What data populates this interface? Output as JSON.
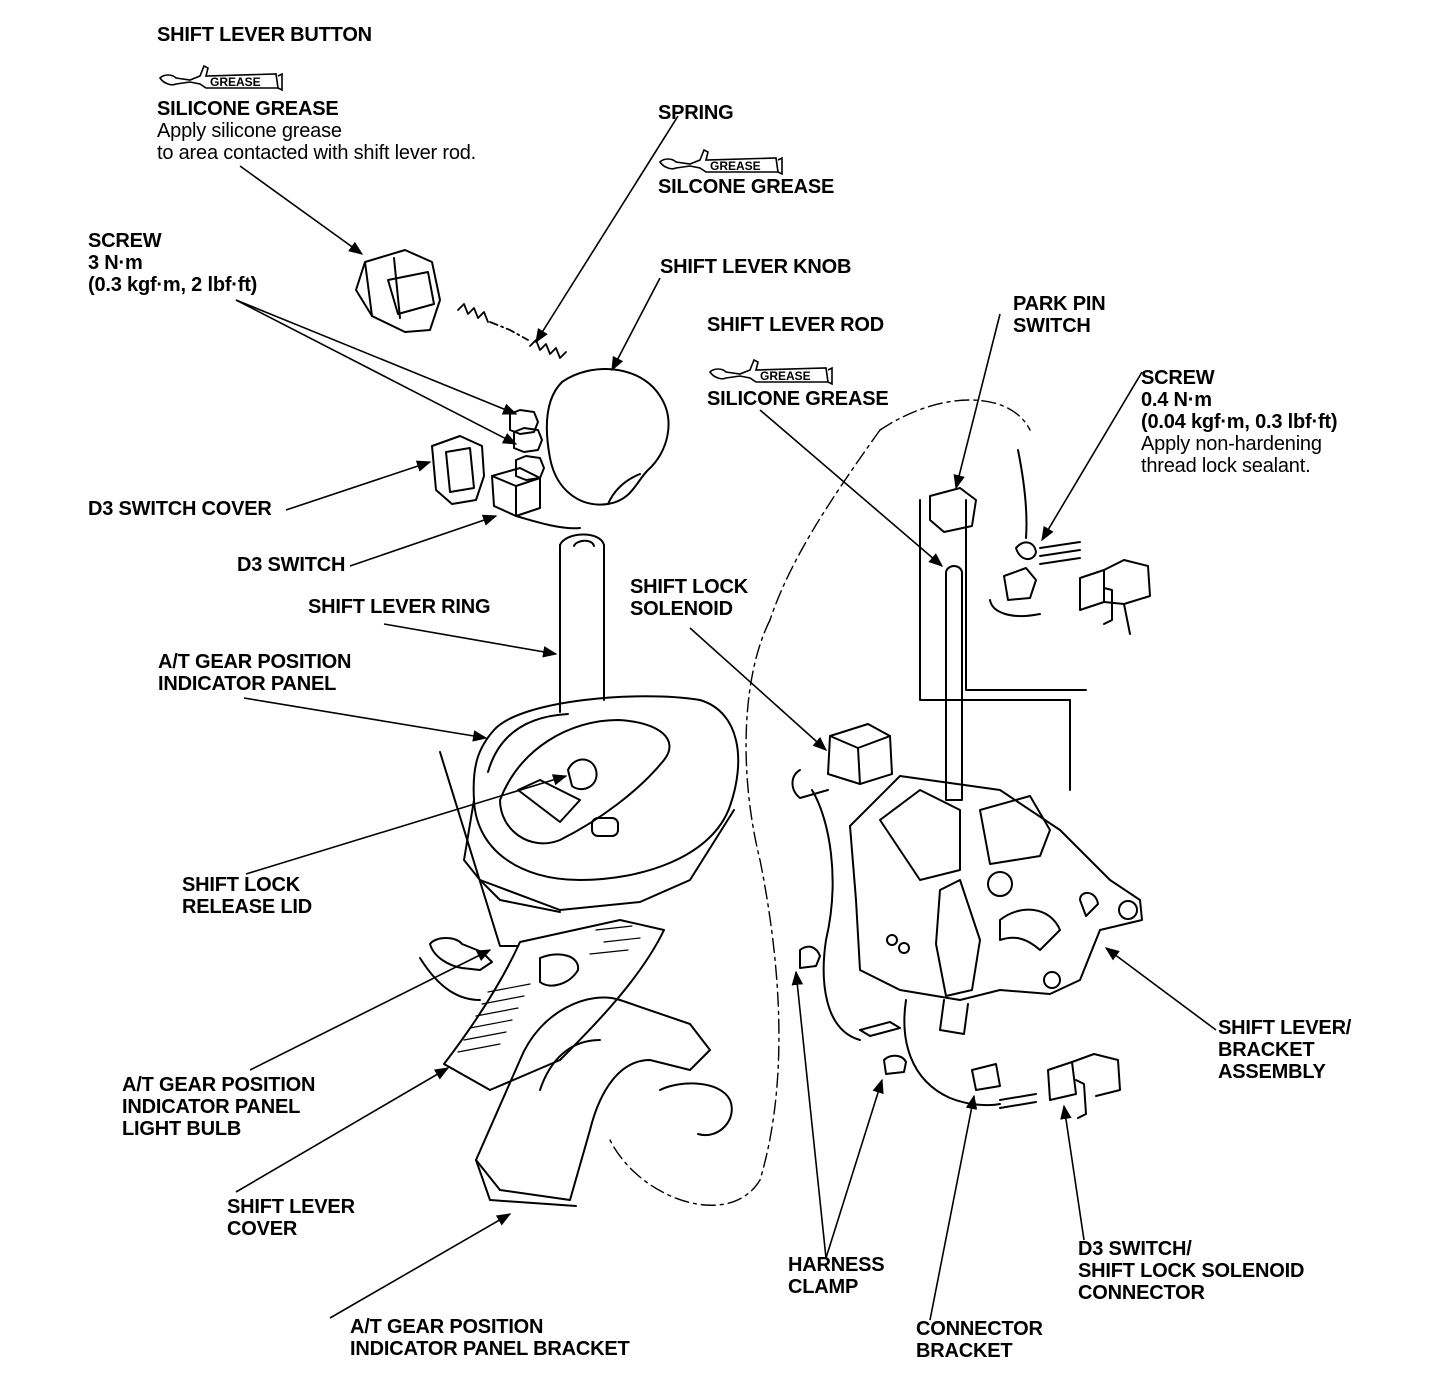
{
  "colors": {
    "ink": "#000000",
    "paper": "#ffffff"
  },
  "grease_tag": "GREASE",
  "labels": {
    "shift_lever_button": {
      "title": "SHIFT LEVER BUTTON",
      "grease": "SILICONE GREASE",
      "note1": "Apply silicone grease",
      "note2": "to area contacted with shift lever rod."
    },
    "spring": {
      "title": "SPRING",
      "grease": "SILCONE GREASE"
    },
    "screw_left": {
      "line1": "SCREW",
      "line2": "3 N·m",
      "line3": "(0.3 kgf·m, 2 lbf·ft)"
    },
    "shift_lever_knob": "SHIFT LEVER KNOB",
    "shift_lever_rod": {
      "title": "SHIFT LEVER ROD",
      "grease": "SILICONE GREASE"
    },
    "park_pin_switch": {
      "line1": "PARK PIN",
      "line2": "SWITCH"
    },
    "screw_right": {
      "line1": "SCREW",
      "line2": "0.4 N·m",
      "line3": "(0.04 kgf·m, 0.3 lbf·ft)",
      "note1": "Apply non-hardening",
      "note2": "thread lock sealant."
    },
    "d3_switch_cover": "D3 SWITCH COVER",
    "d3_switch": "D3 SWITCH",
    "shift_lever_ring": "SHIFT LEVER RING",
    "shift_lock_solenoid": {
      "line1": "SHIFT LOCK",
      "line2": "SOLENOID"
    },
    "indicator_panel": {
      "line1": "A/T GEAR POSITION",
      "line2": "INDICATOR PANEL"
    },
    "shift_lock_release_lid": {
      "line1": "SHIFT LOCK",
      "line2": "RELEASE LID"
    },
    "light_bulb": {
      "line1": "A/T GEAR POSITION",
      "line2": "INDICATOR PANEL",
      "line3": "LIGHT BULB"
    },
    "shift_lever_cover": {
      "line1": "SHIFT LEVER",
      "line2": "COVER"
    },
    "panel_bracket": {
      "line1": "A/T GEAR POSITION",
      "line2": "INDICATOR PANEL BRACKET"
    },
    "shift_lever_bracket_assembly": {
      "line1": "SHIFT LEVER/",
      "line2": "BRACKET",
      "line3": "ASSEMBLY"
    },
    "harness_clamp": {
      "line1": "HARNESS",
      "line2": "CLAMP"
    },
    "connector_bracket": {
      "line1": "CONNECTOR",
      "line2": "BRACKET"
    },
    "d3_connector": {
      "line1": "D3 SWITCH/",
      "line2": "SHIFT LOCK SOLENOID",
      "line3": "CONNECTOR"
    }
  }
}
